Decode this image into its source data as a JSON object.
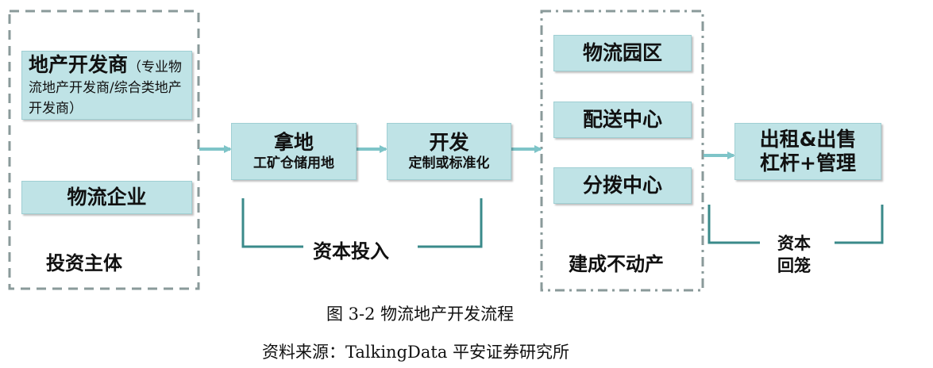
{
  "colors": {
    "box_fill": "#bfe3e6",
    "line": "#3a8a8a",
    "arrow": "#7ec4c8",
    "dash": "#8a9a9a"
  },
  "investors": {
    "developer_title": "地产开发商",
    "developer_note": "（专业物流地产开发商/综合类地产开发商）",
    "logistics_company": "物流企业",
    "label": "投资主体"
  },
  "acquire": {
    "title": "拿地",
    "subtitle": "工矿仓储用地"
  },
  "develop": {
    "title": "开发",
    "subtitle": "定制或标准化"
  },
  "capital_input": "资本投入",
  "assets": {
    "items": [
      "物流园区",
      "配送中心",
      "分拨中心"
    ],
    "label": "建成不动产"
  },
  "returns": {
    "line1": "出租&出售",
    "line2": "杠杆+管理"
  },
  "capital_return": {
    "line1": "资本",
    "line2": "回笼"
  },
  "caption": {
    "figure": "图 3-2 物流地产开发流程",
    "source": "资料来源：TalkingData 平安证券研究所"
  }
}
